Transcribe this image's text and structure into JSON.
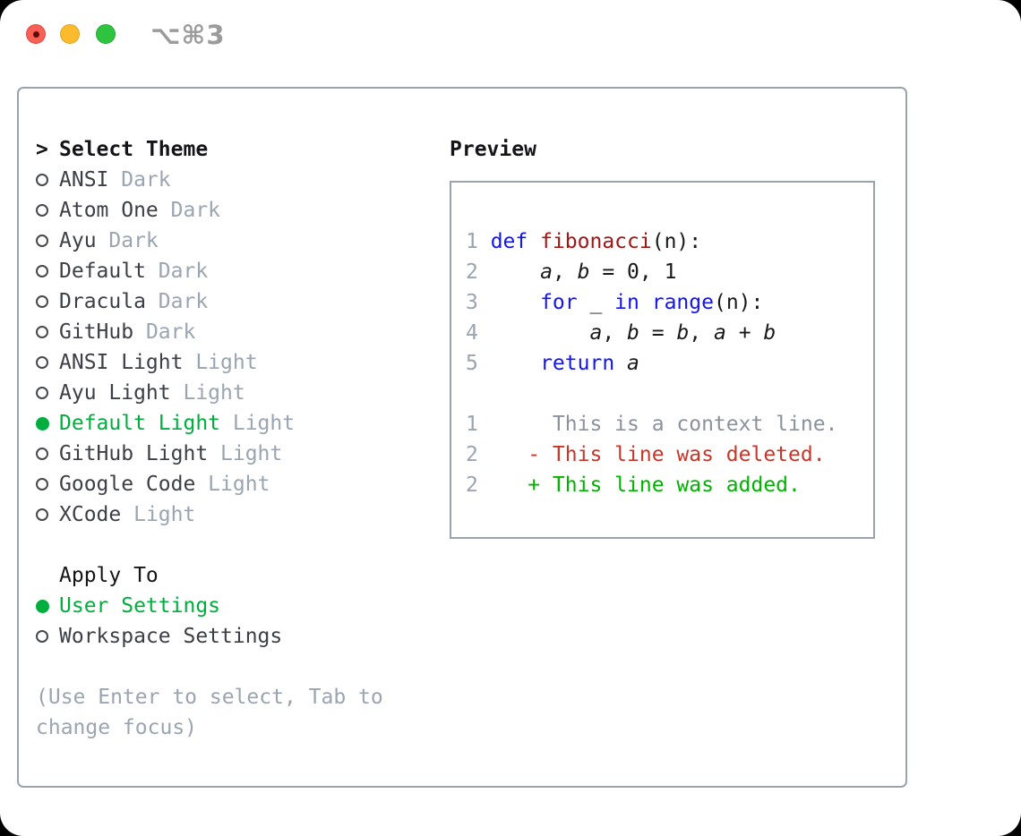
{
  "colors": {
    "accent_green": "#00ae3e",
    "added_green": "#00b300",
    "deleted_red": "#c8362a",
    "keyword_blue": "#1414ee",
    "function_red": "#a31515",
    "muted_gray": "#9aa5b1",
    "context_gray": "#8b929c",
    "text_dark": "#3c3f45",
    "heading_black": "#141519",
    "border_gray": "#9aa2ad"
  },
  "window": {
    "shortcut_label": "⌥⌘3",
    "traffic_lights": [
      "close",
      "minimize",
      "zoom"
    ]
  },
  "theme_selector": {
    "prompt": ">",
    "title": "Select Theme",
    "items": [
      {
        "name": "ANSI",
        "variant": "Dark",
        "selected": false
      },
      {
        "name": "Atom One",
        "variant": "Dark",
        "selected": false
      },
      {
        "name": "Ayu",
        "variant": "Dark",
        "selected": false
      },
      {
        "name": "Default",
        "variant": "Dark",
        "selected": false
      },
      {
        "name": "Dracula",
        "variant": "Dark",
        "selected": false
      },
      {
        "name": "GitHub",
        "variant": "Dark",
        "selected": false
      },
      {
        "name": "ANSI Light",
        "variant": "Light",
        "selected": false
      },
      {
        "name": "Ayu Light",
        "variant": "Light",
        "selected": false
      },
      {
        "name": "Default Light",
        "variant": "Light",
        "selected": true
      },
      {
        "name": "GitHub Light",
        "variant": "Light",
        "selected": false
      },
      {
        "name": "Google Code",
        "variant": "Light",
        "selected": false
      },
      {
        "name": "XCode",
        "variant": "Light",
        "selected": false
      }
    ]
  },
  "apply_to": {
    "title": "Apply To",
    "options": [
      {
        "label": "User Settings",
        "selected": true
      },
      {
        "label": "Workspace Settings",
        "selected": false
      }
    ]
  },
  "hint": "(Use Enter to select, Tab to change focus)",
  "preview": {
    "title": "Preview",
    "code_lines": [
      {
        "num": "1",
        "tokens": [
          [
            "def",
            "kw"
          ],
          [
            " ",
            ""
          ],
          [
            "fibonacci",
            "fn"
          ],
          [
            "(n):",
            ""
          ]
        ]
      },
      {
        "num": "2",
        "tokens": [
          [
            "    ",
            ""
          ],
          [
            "a",
            "var"
          ],
          [
            ", ",
            ""
          ],
          [
            "b",
            "var"
          ],
          [
            " = 0, 1",
            ""
          ]
        ]
      },
      {
        "num": "3",
        "tokens": [
          [
            "    ",
            ""
          ],
          [
            "for",
            "kw"
          ],
          [
            " _ ",
            ""
          ],
          [
            "in",
            "kw"
          ],
          [
            " ",
            ""
          ],
          [
            "range",
            "kw"
          ],
          [
            "(n):",
            ""
          ]
        ]
      },
      {
        "num": "4",
        "tokens": [
          [
            "        ",
            ""
          ],
          [
            "a",
            "var"
          ],
          [
            ", ",
            ""
          ],
          [
            "b",
            "var"
          ],
          [
            " = ",
            ""
          ],
          [
            "b",
            "var"
          ],
          [
            ", ",
            ""
          ],
          [
            "a",
            "var"
          ],
          [
            " + ",
            ""
          ],
          [
            "b",
            "var"
          ]
        ]
      },
      {
        "num": "5",
        "tokens": [
          [
            "    ",
            ""
          ],
          [
            "return",
            "kw"
          ],
          [
            " ",
            ""
          ],
          [
            "a",
            "var"
          ]
        ]
      },
      {
        "num": "",
        "tokens": []
      },
      {
        "num": "1",
        "tokens": [
          [
            "     This is a context line.",
            "ctx"
          ]
        ]
      },
      {
        "num": "2",
        "tokens": [
          [
            "   - This line was deleted.",
            "del"
          ]
        ]
      },
      {
        "num": "2",
        "tokens": [
          [
            "   + This line was added.",
            "add"
          ]
        ]
      }
    ]
  }
}
